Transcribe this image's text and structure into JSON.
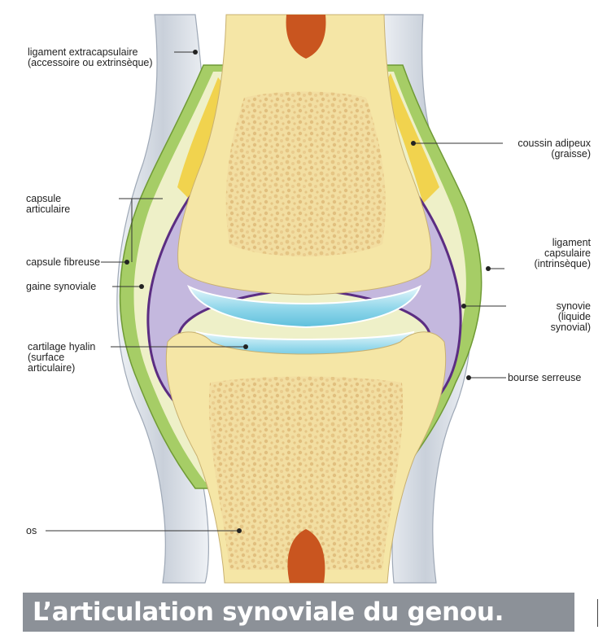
{
  "labels": {
    "ligament_extracapsulaire": [
      "ligament extracapsulaire",
      "(accessoire ou extrinsèque)"
    ],
    "coussin_adipeux": [
      "coussin adipeux",
      "(graisse)"
    ],
    "capsule_articulaire": [
      "capsule",
      "articulaire"
    ],
    "capsule_fibreuse": [
      "capsule fibreuse"
    ],
    "gaine_synoviale": [
      "gaine synoviale"
    ],
    "ligament_capsulaire": [
      "ligament",
      "capsulaire",
      "(intrinsèque)"
    ],
    "synovie": [
      "synovie",
      "(liquide",
      "synovial)"
    ],
    "cartilage_hyalin": [
      "cartilage hyalin",
      "(surface",
      "articulaire)"
    ],
    "bourse_serreuse": [
      "bourse serreuse"
    ],
    "os": [
      "os"
    ]
  },
  "caption": "L’articulation synoviale du genou.",
  "colors": {
    "ligament": "#d7dde6",
    "capsule": "#9ec85a",
    "synovial_sheath": "#5b2d82",
    "synovial_fluid": "#c8bde0",
    "bone": "#f4e7a8",
    "spongy_bone": "#e8c88a",
    "marrow": "#c9551f",
    "cartilage": "#7fd0e6",
    "fat": "#f0d24a",
    "caption_bg": "#8c9198",
    "caption_text": "#ffffff"
  }
}
